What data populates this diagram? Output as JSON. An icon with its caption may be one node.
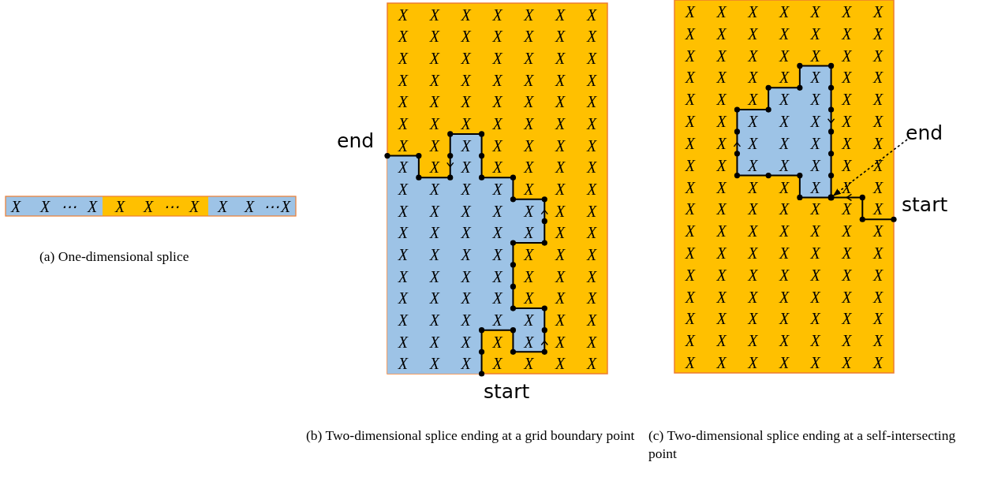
{
  "diagram": {
    "nodes": [
      {
        "text": [
          "end"
        ]
      },
      {
        "text": [],
        "shape": "circle"
      }
    ],
    "edges": [
      {
        "from": 0,
        "to": 1,
        "arrow": "to",
        "style": "dashed"
      }
    ],
    "labels": [
      "X",
      "X",
      "⋯",
      "X",
      "X",
      "X",
      "⋯",
      "X",
      "X",
      "X",
      "⋯",
      "X",
      "(a) One-dimensional splice",
      "X",
      "X",
      "X",
      "X",
      "X",
      "X",
      "X",
      "X",
      "X",
      "X",
      "X",
      "X",
      "X",
      "X",
      "X",
      "X",
      "X",
      "X",
      "X",
      "X",
      "X",
      "X",
      "X",
      "X",
      "X",
      "X",
      "X",
      "X",
      "X",
      "X",
      "X",
      "X",
      "X",
      "X",
      "X",
      "X",
      "X",
      "X",
      "X",
      "X",
      "X",
      "X",
      "X",
      "X",
      "X",
      "X",
      "X",
      "X",
      "X",
      "X",
      "X",
      "X",
      "X",
      "X",
      "X",
      "X",
      "X",
      "X",
      "X",
      "X",
      "X",
      "X",
      "X",
      "X",
      "X",
      "X",
      "X",
      "X",
      "X",
      "X",
      "X",
      "X",
      "X",
      "X",
      "X",
      "X",
      "X",
      "X",
      "X",
      "X",
      "X",
      "X",
      "X",
      "X",
      "X",
      "X",
      "X",
      "X",
      "X",
      "X",
      "X",
      "X",
      "X",
      "X",
      "X",
      "X",
      "X",
      "X",
      "X",
      "X",
      "X",
      "X",
      "X",
      "X",
      "X",
      "X",
      "X",
      "X",
      "X",
      "X",
      "X",
      "X",
      "X",
      "X",
      "X",
      "X",
      "X",
      "X",
      "X",
      "end",
      "start",
      "X",
      "X",
      "X",
      "X",
      "X",
      "X",
      "X",
      "X",
      "X",
      "X",
      "X",
      "X",
      "X",
      "X",
      "X",
      "X",
      "X",
      "X",
      "X",
      "X",
      "X",
      "X",
      "X",
      "X",
      "X",
      "X",
      "X",
      "X",
      "X",
      "X",
      "X",
      "X",
      "X",
      "X",
      "X",
      "X",
      "X",
      "X",
      "X",
      "X",
      "X",
      "X",
      "X",
      "X",
      "X",
      "X",
      "X",
      "X",
      "X",
      "X",
      "X",
      "X",
      "X",
      "X",
      "X",
      "X",
      "X",
      "X",
      "X",
      "X",
      "X",
      "X",
      "X",
      "X",
      "X",
      "X",
      "X",
      "X",
      "X",
      "X",
      "X",
      "X",
      "X",
      "X",
      "X",
      "X",
      "X",
      "X",
      "X",
      "X",
      "X",
      "X",
      "X",
      "X",
      "X",
      "X",
      "X",
      "X",
      "X",
      "X",
      "X",
      "X",
      "X",
      "X",
      "X",
      "X",
      "X",
      "X",
      "X",
      "X",
      "X",
      "X",
      "X",
      "X",
      "X",
      "X",
      "X",
      "X",
      "X",
      "X",
      "X",
      "X",
      "X",
      "X",
      "X",
      "X",
      "X",
      "X",
      "X",
      "start",
      "(b) Two-dimensional splice ending at a grid boundary point",
      "(c) Two-dimensional splice ending at a self-intersecting point"
    ]
  }
}
